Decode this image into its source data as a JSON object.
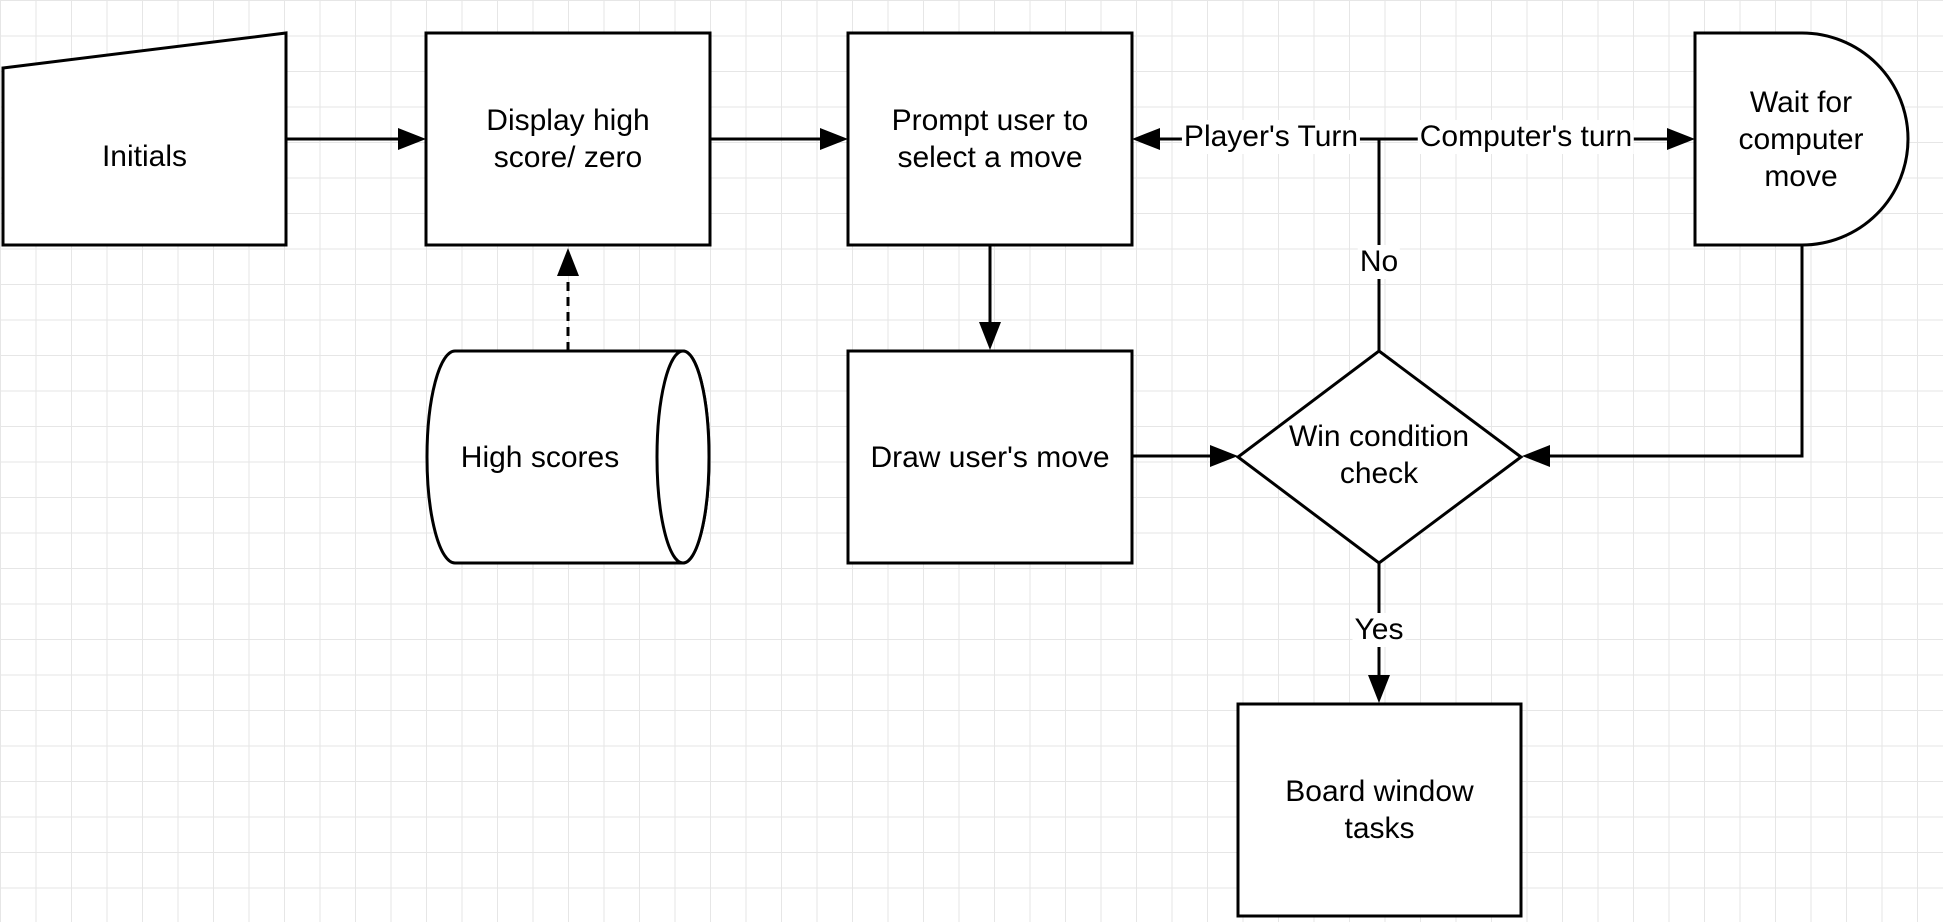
{
  "diagram": {
    "nodes": {
      "initials": {
        "label": "Initials",
        "shape": "manual-input"
      },
      "display_high_score": {
        "label": "Display high\nscore/ zero",
        "shape": "process"
      },
      "prompt_user": {
        "label": "Prompt user to\nselect a move",
        "shape": "process"
      },
      "wait_computer": {
        "label": "Wait for\ncomputer\nmove",
        "shape": "delay"
      },
      "high_scores": {
        "label": "High scores",
        "shape": "stored-data"
      },
      "draw_user_move": {
        "label": "Draw user's move",
        "shape": "process"
      },
      "win_check": {
        "label": "Win condition\ncheck",
        "shape": "decision"
      },
      "board_window": {
        "label": "Board window\ntasks",
        "shape": "process"
      }
    },
    "edges": {
      "players_turn": {
        "label": "Player's Turn"
      },
      "computers_turn": {
        "label": "Computer's turn"
      },
      "no": {
        "label": "No"
      },
      "yes": {
        "label": "Yes"
      }
    },
    "colors": {
      "stroke": "#000000",
      "fill": "#ffffff",
      "grid": "#e6e6e6"
    }
  }
}
